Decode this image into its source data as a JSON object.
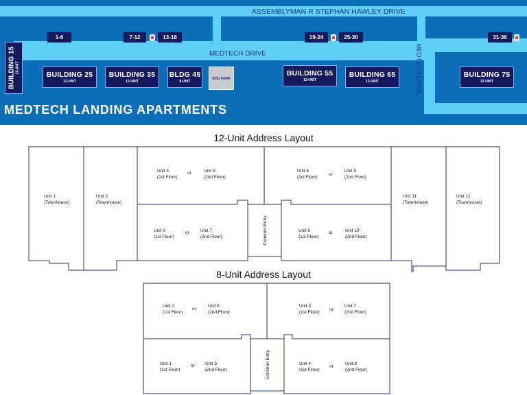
{
  "site_map": {
    "title": "MEDTECH LANDING APARTMENTS",
    "roads": {
      "top": "ASSEMBLYMAN R STEPHAN HAWLEY DRIVE",
      "middle": "MEDTECH DRIVE",
      "side": "MEDTECH DRIVE"
    },
    "buildings": [
      {
        "name": "BUILDING 15",
        "units": "12-UNIT"
      },
      {
        "name": "BUILDING 25",
        "units": "12-UNIT"
      },
      {
        "name": "BUILDING 35",
        "units": "12-UNIT"
      },
      {
        "name": "BLDG 45",
        "units": "8-UNIT"
      },
      {
        "name": "BUILDING 55",
        "units": "12-UNIT"
      },
      {
        "name": "BUILDING 65",
        "units": "12-UNIT"
      },
      {
        "name": "BUILDING 75",
        "units": "12-UNIT"
      }
    ],
    "address_labels": [
      "1-6",
      "7-12",
      "13-18",
      "19-24",
      "25-30",
      "31-36"
    ],
    "dog_park": "DOG PARK"
  },
  "layout_12": {
    "title": "12-Unit Address Layout",
    "units": [
      {
        "line1": "Unit 1",
        "line2": "(Townhouse)"
      },
      {
        "line1": "Unit 2",
        "line2": "(Townhouse)"
      },
      {
        "line1": "Unit 4",
        "line2": "(1st Floor)",
        "or": "or",
        "alt1": "Unit 8",
        "alt2": "(2nd Floor)"
      },
      {
        "line1": "Unit 3",
        "line2": "(1st Floor)",
        "or": "or",
        "alt1": "Unit 7",
        "alt2": "(2nd Floor)"
      },
      {
        "line1": "Unit 5",
        "line2": "(1st Floor)",
        "or": "or",
        "alt1": "Unit 9",
        "alt2": "(2nd Floor)"
      },
      {
        "line1": "Unit 6",
        "line2": "(1st Floor)",
        "or": "or",
        "alt1": "Unit 10",
        "alt2": "(2nd Floor)"
      },
      {
        "line1": "Unit 11",
        "line2": "(Townhouse)"
      },
      {
        "line1": "Unit 12",
        "line2": "(Townhouse)"
      }
    ],
    "common_entry": "Common Entry"
  },
  "layout_8": {
    "title": "8-Unit Address Layout",
    "units": [
      {
        "line1": "Unit 2",
        "line2": "(1st Floor)",
        "or": "or",
        "alt1": "Unit 6",
        "alt2": "(2nd Floor)"
      },
      {
        "line1": "Unit 1",
        "line2": "(1st Floor)",
        "or": "or",
        "alt1": "Unit 5",
        "alt2": "(2nd Floor)"
      },
      {
        "line1": "Unit 3",
        "line2": "(1st Floor)",
        "or": "or",
        "alt1": "Unit 7",
        "alt2": "(2nd Floor)"
      },
      {
        "line1": "Unit 4",
        "line2": "(1st Floor)",
        "or": "or",
        "alt1": "Unit 8",
        "alt2": "(2nd Floor)"
      }
    ],
    "common_entry": "Common Entry"
  }
}
